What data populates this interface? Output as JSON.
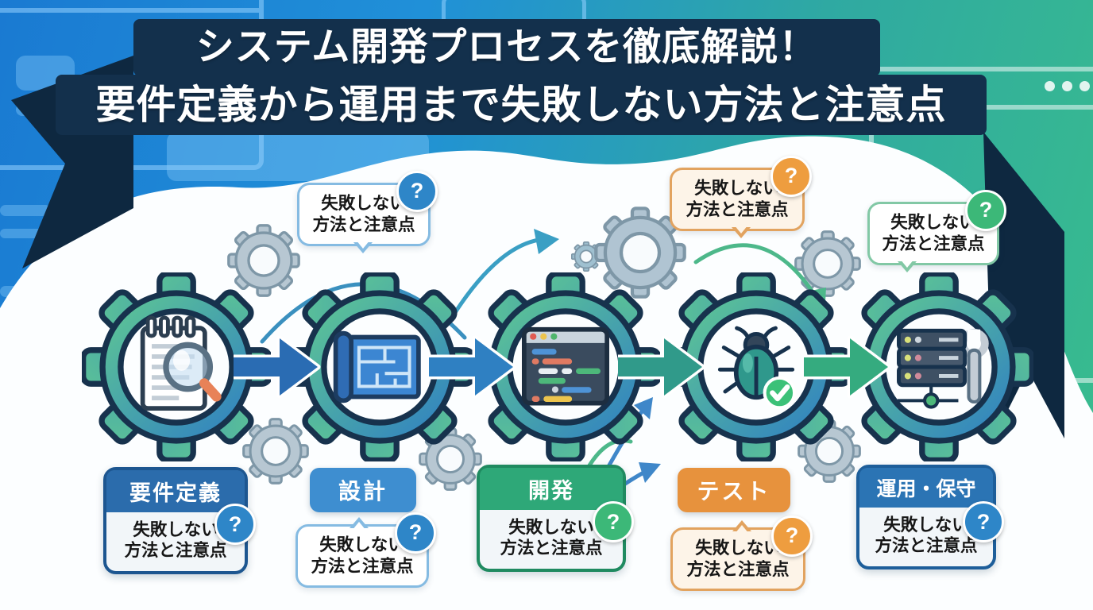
{
  "title": {
    "line1": "システム開発プロセスを徹底解説！",
    "line2": "要件定義から運用まで失敗しない方法と注意点"
  },
  "note": {
    "line1": "失敗しない",
    "line2": "方法と注意点",
    "badge": "?"
  },
  "steps": [
    {
      "label": "要件定義",
      "icon": "notepad-magnifier-icon",
      "color": "#2b6cac",
      "annotation": "失敗しない方法と注意点"
    },
    {
      "label": "設計",
      "icon": "blueprint-icon",
      "color": "#3e8ed0",
      "annotation": "失敗しない方法と注意点"
    },
    {
      "label": "開発",
      "icon": "code-editor-icon",
      "color": "#2ea878",
      "annotation": "失敗しない方法と注意点"
    },
    {
      "label": "テスト",
      "icon": "bug-check-icon",
      "color": "#e7923d",
      "annotation": "失敗しない方法と注意点"
    },
    {
      "label": "運用・保守",
      "icon": "server-wrench-icon",
      "color": "#2b74b4",
      "annotation": "失敗しない方法と注意点"
    }
  ],
  "colors": {
    "banner_bg": "#13304c",
    "banner_text": "#ffffff",
    "bg_left_blue": "#1a7ad2",
    "bg_right_green": "#39bd8c",
    "gear_gradient_start": "#5fc893",
    "gear_gradient_end": "#2e7dc4",
    "gear_outline": "#17324d",
    "arrow_blue": "#2a6cb3",
    "arrow_teal": "#309a8a",
    "arrow_green": "#35ab7f",
    "bubble_border_blue": "#85bbe2",
    "bubble_border_orange": "#e2a35f",
    "bubble_border_green": "#82c8a5",
    "badge_blue": "#2e86c8",
    "badge_orange": "#ee9d3f",
    "badge_green": "#3cb878",
    "card_body_bg": "#f2f6f9",
    "white_blob": "#fcfeff"
  }
}
